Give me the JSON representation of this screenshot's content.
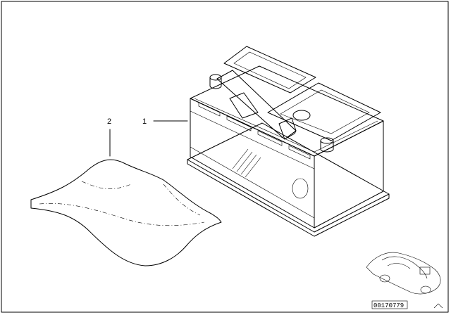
{
  "callouts": {
    "part_1": "1",
    "part_2": "2"
  },
  "document_id": "00170779",
  "colors": {
    "line": "#000000",
    "background": "#ffffff"
  }
}
